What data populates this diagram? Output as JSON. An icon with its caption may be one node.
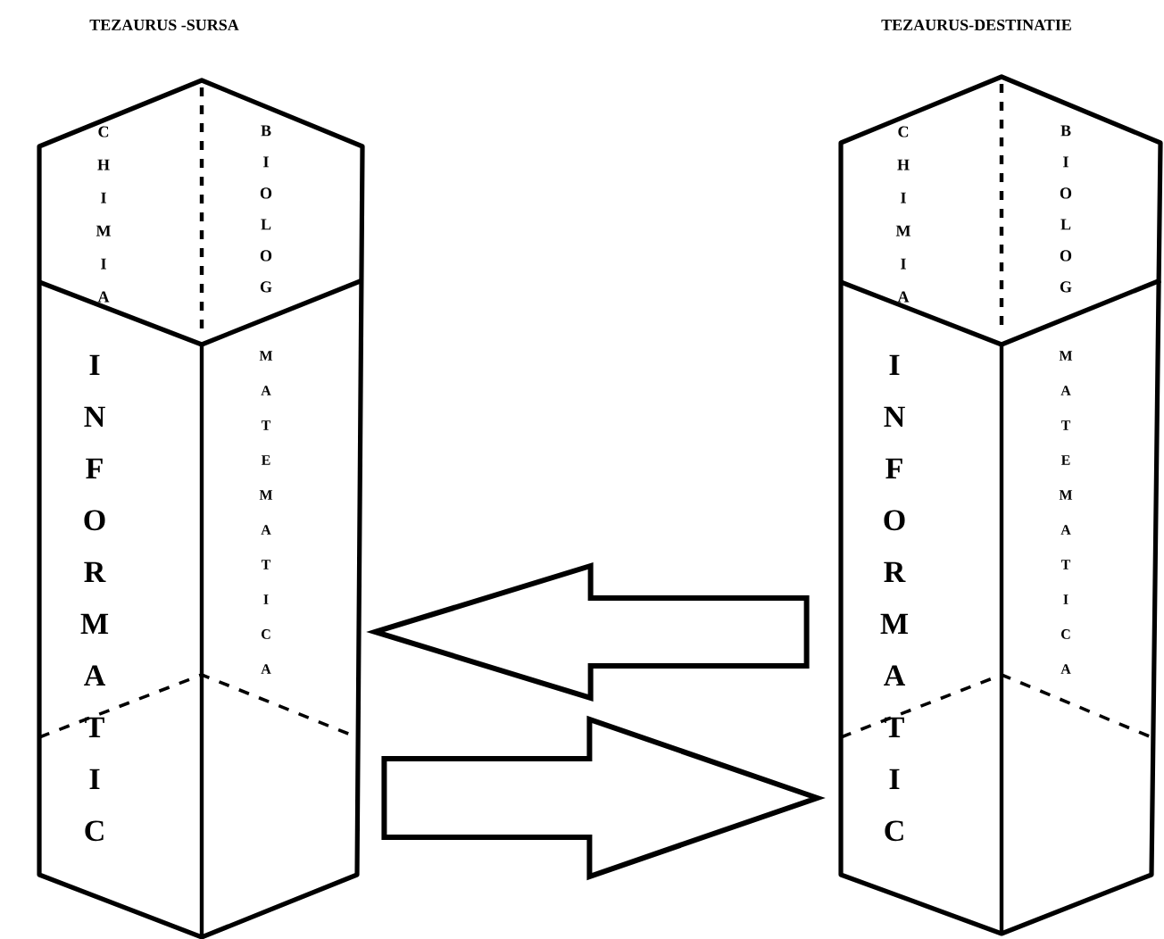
{
  "diagram": {
    "nodes": [
      {
        "text": [
          "TEZAURUS -SURSA"
        ]
      },
      {
        "text": [
          "CHIMIA"
        ],
        "in": 0
      },
      {
        "text": [
          "BIOLOG"
        ],
        "in": 0
      },
      {
        "text": [
          "INFORMATIC"
        ],
        "in": 0
      },
      {
        "text": [
          "MATEMATICA"
        ],
        "in": 0
      },
      {
        "text": [
          "TEZAURUS-DESTINATIE"
        ]
      },
      {
        "text": [
          "CHIMIA"
        ],
        "in": 5
      },
      {
        "text": [
          "BIOLOG"
        ],
        "in": 5
      },
      {
        "text": [
          "INFORMATIC"
        ],
        "in": 5
      },
      {
        "text": [
          "MATEMATICA"
        ],
        "in": 5
      }
    ],
    "edges": [
      {
        "from": 5,
        "to": 0,
        "arrow": "to"
      },
      {
        "from": 0,
        "to": 5,
        "arrow": "to"
      }
    ]
  }
}
